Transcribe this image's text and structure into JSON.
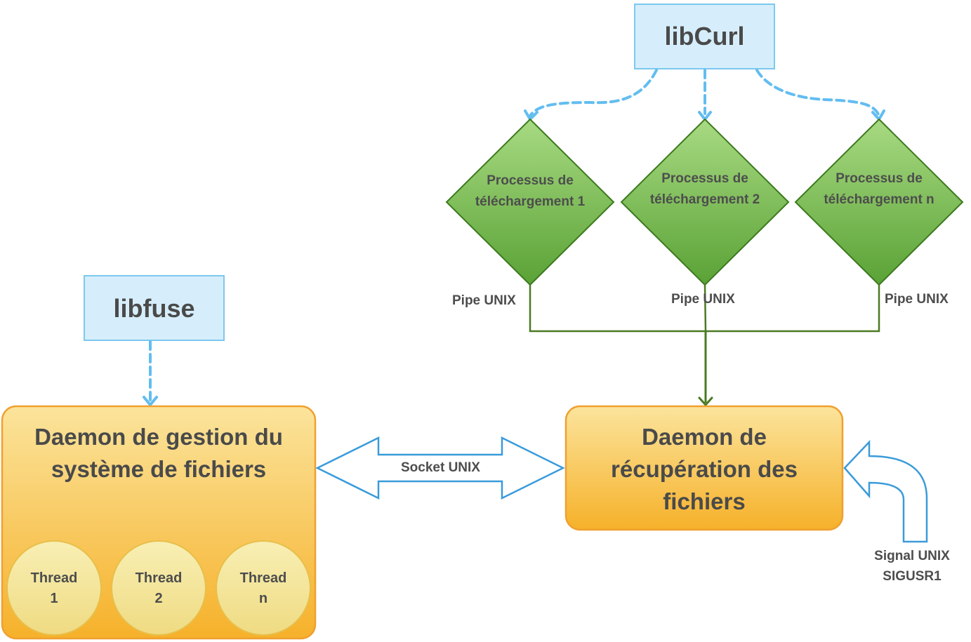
{
  "nodes": {
    "libcurl": "libCurl",
    "libfuse": "libfuse",
    "process_1": "Processus de téléchargement 1",
    "process_2": "Processus de téléchargement 2",
    "process_n": "Processus de téléchargement n",
    "daemon_fs": "Daemon de gestion du système de fichiers",
    "daemon_recovery": "Daemon de récupération des fichiers",
    "threads": [
      "Thread 1",
      "Thread 2",
      "Thread n"
    ]
  },
  "edges": {
    "pipe_1": "Pipe UNIX",
    "pipe_2": "Pipe UNIX",
    "pipe_n": "Pipe UNIX",
    "socket": "Socket UNIX",
    "signal_line1": "Signal UNIX",
    "signal_line2": "SIGUSR1"
  },
  "colors": {
    "lib_fill": "#d6eefb",
    "lib_stroke": "#7cc8ee",
    "dashed_arrow": "#62bdf0",
    "diamond_fill_top": "#a5d77f",
    "diamond_fill_bottom": "#5fa63a",
    "diamond_stroke": "#3c7a1e",
    "pipe_line": "#4a7a22",
    "daemon_fill_top": "#fbe49a",
    "daemon_fill_bottom": "#f7b52b",
    "daemon_stroke": "#f0a030",
    "thread_fill": "#f6eaa0",
    "thread_stroke": "#e8bf4a",
    "outline_arrow": "#3a9bd9"
  }
}
